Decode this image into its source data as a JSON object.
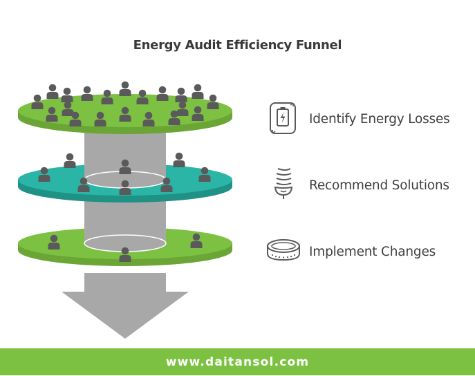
{
  "title": "Energy Audit Efficiency Funnel",
  "stages": [
    {
      "label": "Identify Energy Losses",
      "icon": "battery-charging-icon",
      "color": "#7cc142",
      "people": 20
    },
    {
      "label": "Recommend Solutions",
      "icon": "light-bulb-icon",
      "color": "#2bb5a6",
      "people": 8
    },
    {
      "label": "Implement Changes",
      "icon": "ring-icon",
      "color": "#7cc142",
      "people": 3
    }
  ],
  "footer": {
    "url": "www.daitansol.com"
  },
  "colors": {
    "green": "#7cc142",
    "teal": "#2bb5a6",
    "gray": "#a8a8a8",
    "person": "#5a5a5a",
    "text": "#3f3f3f"
  }
}
